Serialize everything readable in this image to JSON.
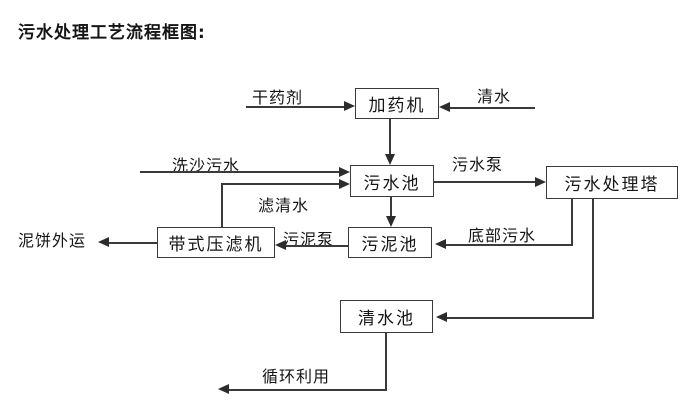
{
  "title": "污水处理工艺流程框图:",
  "colors": {
    "background": "#ffffff",
    "line": "#3a3a3a",
    "text": "#151515",
    "box_border": "#3a3a3a",
    "box_fill": "#ffffff"
  },
  "nodes": {
    "dosing_machine": "加药机",
    "sewage_pool": "污水池",
    "treatment_tower": "污水处理塔",
    "belt_filter_press": "带式压滤机",
    "sludge_pool": "污泥池",
    "clear_water_pool": "清水池"
  },
  "edge_labels": {
    "dry_agent": "干药剂",
    "clear_water_in": "清水",
    "sand_washing_sewage": "洗沙污水",
    "sewage_pump": "污水泵",
    "filtered_water": "滤清水",
    "sludge_pump": "污泥泵",
    "bottom_sewage": "底部污水",
    "mud_cake_out": "泥饼外运",
    "recycle": "循环利用"
  }
}
